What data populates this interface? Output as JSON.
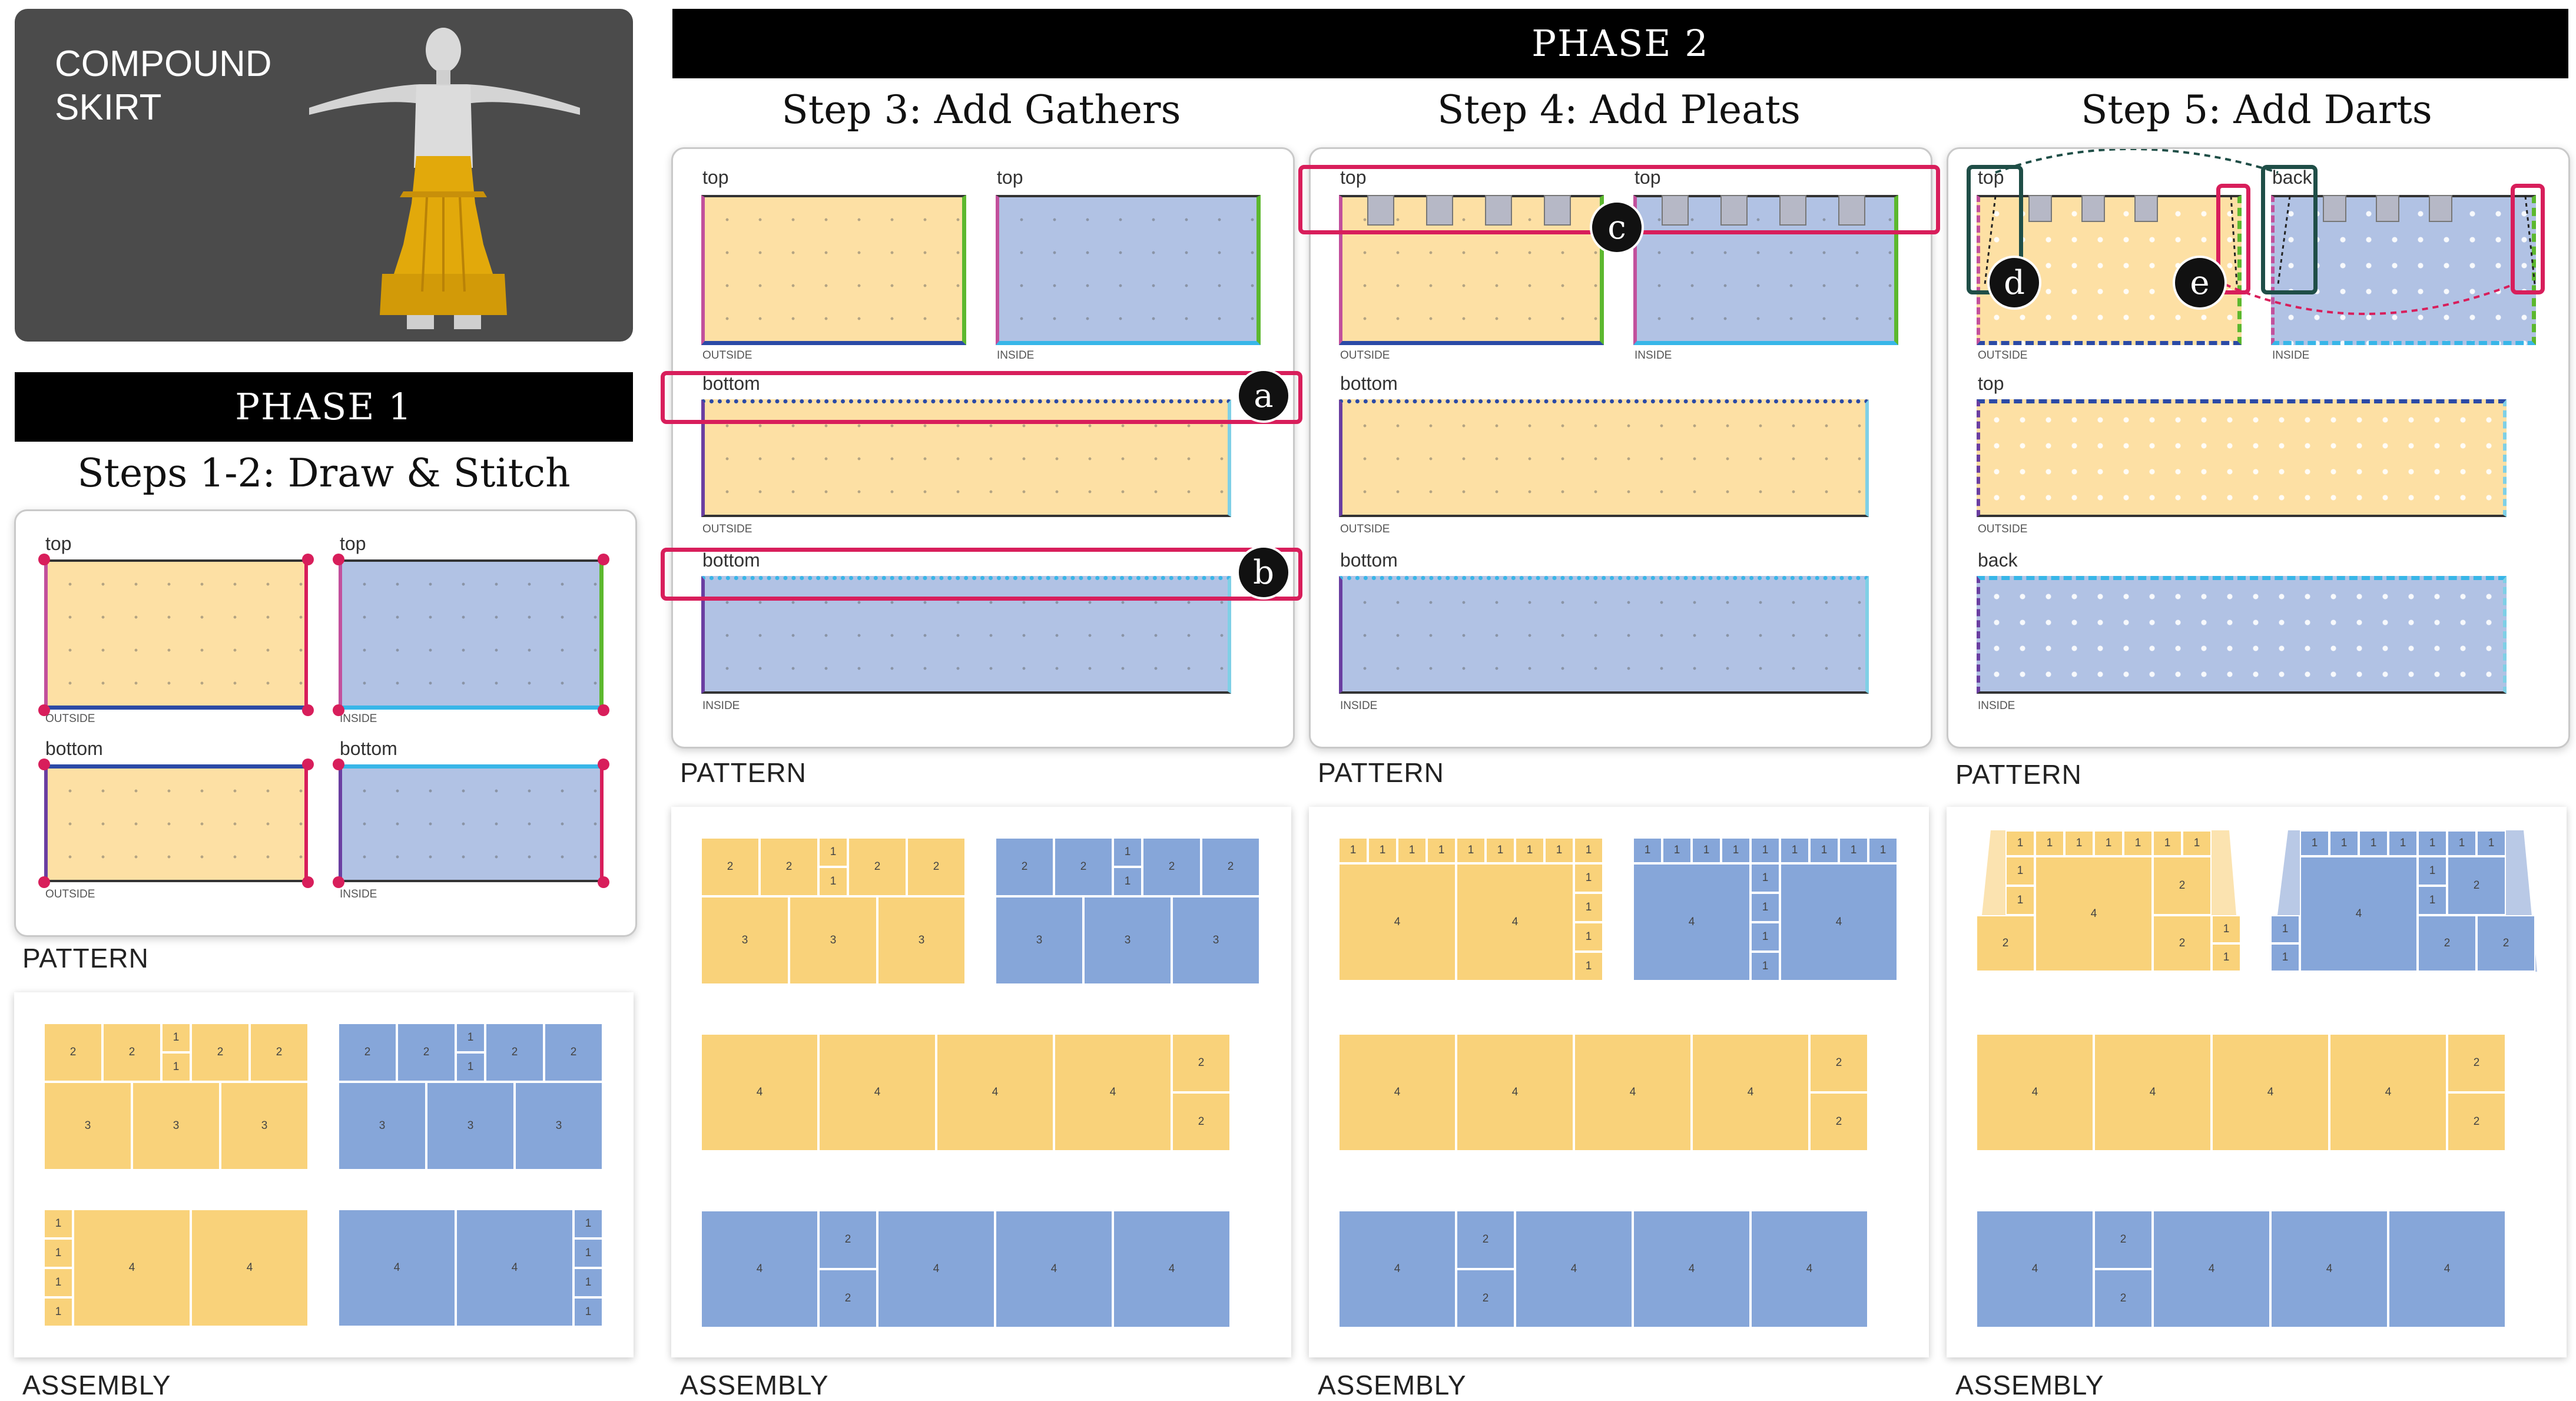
{
  "hero": {
    "title_line1": "COMPOUND",
    "title_line2": "SKIRT"
  },
  "phase1": {
    "label": "PHASE 1",
    "step_title": "Steps 1-2: Draw & Stitch"
  },
  "phase2": {
    "label": "PHASE 2"
  },
  "steps": {
    "s3": "Step 3: Add Gathers",
    "s4": "Step 4: Add Pleats",
    "s5": "Step 5: Add Darts"
  },
  "sections": {
    "pattern": "PATTERN",
    "assembly": "ASSEMBLY"
  },
  "panel_labels": {
    "top": "top",
    "bottom": "bottom",
    "back": "back",
    "outside": "OUTSIDE",
    "inside": "INSIDE"
  },
  "callouts": [
    "a",
    "b",
    "c",
    "d",
    "e"
  ],
  "block_values": {
    "one": "1",
    "two": "2",
    "three": "3",
    "four": "4"
  },
  "colors": {
    "front_panel": "#fde0a4",
    "back_panel": "#b1c2e4",
    "highlight": "#d81e5b",
    "dart_highlight": "#1f4e47",
    "phase_bar": "#000000"
  }
}
